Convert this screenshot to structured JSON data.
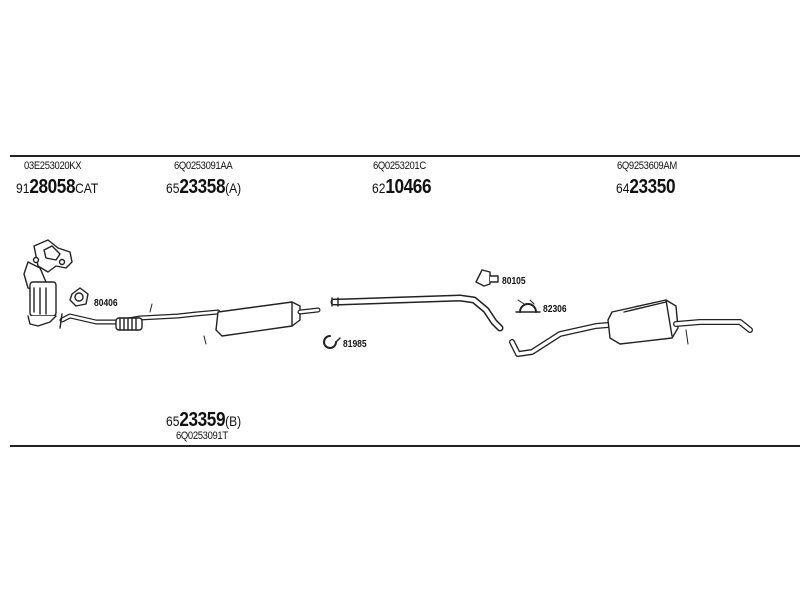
{
  "parts": [
    {
      "oem": "03E253020KX",
      "prefix": "91",
      "main": "28058",
      "suffix": "CAT"
    },
    {
      "oem": "6Q0253091AA",
      "prefix": "65",
      "main": "23358",
      "suffix": "(A)"
    },
    {
      "oem": "6Q0253201C",
      "prefix": "62",
      "main": "10466",
      "suffix": ""
    },
    {
      "oem": "6Q9253609AM",
      "prefix": "64",
      "main": "23350",
      "suffix": ""
    },
    {
      "oem": "6Q0253091T",
      "prefix": "65",
      "main": "23359",
      "suffix": "(B)"
    }
  ],
  "small_parts": [
    "80406",
    "81985",
    "80105",
    "82306"
  ]
}
